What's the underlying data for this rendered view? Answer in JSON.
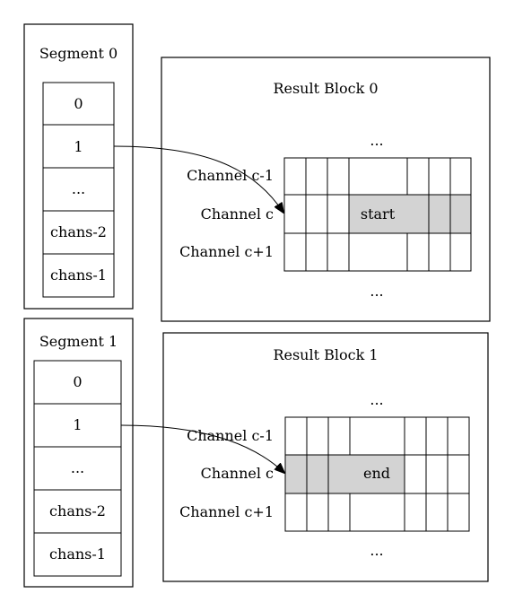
{
  "segments": [
    {
      "title": "Segment 0",
      "rows": [
        "0",
        "1",
        "...",
        "chans-2",
        "chans-1"
      ]
    },
    {
      "title": "Segment 1",
      "rows": [
        "0",
        "1",
        "...",
        "chans-2",
        "chans-1"
      ]
    }
  ],
  "result_blocks": [
    {
      "title": "Result Block 0",
      "top_ellipsis": "...",
      "bottom_ellipsis": "...",
      "row_labels": [
        "Channel c-1",
        "Channel c",
        "Channel c+1"
      ],
      "marker_label": "start"
    },
    {
      "title": "Result Block 1",
      "top_ellipsis": "...",
      "bottom_ellipsis": "...",
      "row_labels": [
        "Channel c-1",
        "Channel c",
        "Channel c+1"
      ],
      "marker_label": "end"
    }
  ],
  "colors": {
    "highlight_fill": "#d3d3d3",
    "stroke": "#000000"
  }
}
